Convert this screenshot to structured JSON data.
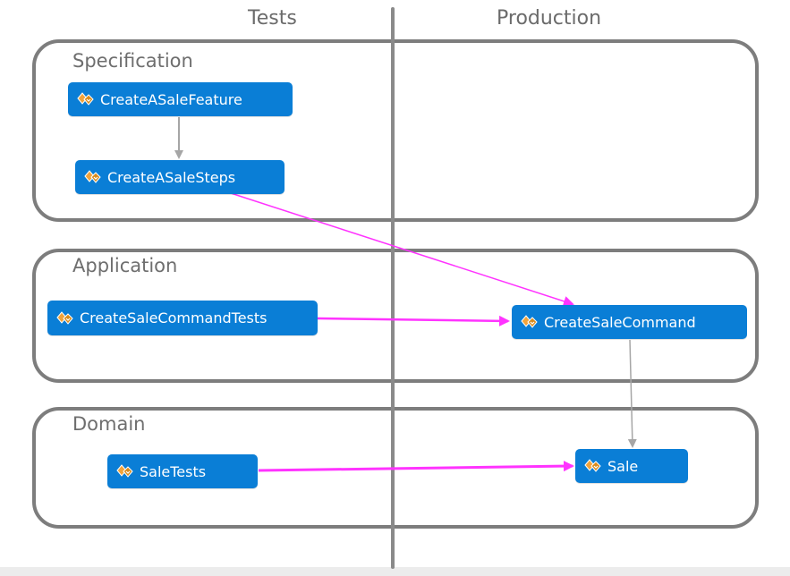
{
  "columns": {
    "left": "Tests",
    "right": "Production"
  },
  "layers": [
    {
      "id": "specification",
      "label": "Specification"
    },
    {
      "id": "application",
      "label": "Application"
    },
    {
      "id": "domain",
      "label": "Domain"
    }
  ],
  "nodes": [
    {
      "id": "create-a-sale-feature",
      "label": "CreateASaleFeature",
      "icon": "component-icon"
    },
    {
      "id": "create-a-sale-steps",
      "label": "CreateASaleSteps",
      "icon": "component-icon"
    },
    {
      "id": "create-sale-command-tests",
      "label": "CreateSaleCommandTests",
      "icon": "component-icon"
    },
    {
      "id": "create-sale-command",
      "label": "CreateSaleCommand",
      "icon": "component-icon"
    },
    {
      "id": "sale-tests",
      "label": "SaleTests",
      "icon": "component-icon"
    },
    {
      "id": "sale",
      "label": "Sale",
      "icon": "component-icon"
    }
  ],
  "edges": [
    {
      "from": "create-a-sale-feature",
      "to": "create-a-sale-steps",
      "kind": "internal"
    },
    {
      "from": "create-a-sale-steps",
      "to": "create-sale-command",
      "kind": "test-to-production"
    },
    {
      "from": "create-sale-command-tests",
      "to": "create-sale-command",
      "kind": "test-to-production"
    },
    {
      "from": "create-sale-command",
      "to": "sale",
      "kind": "internal"
    },
    {
      "from": "sale-tests",
      "to": "sale",
      "kind": "test-to-production"
    }
  ],
  "colors": {
    "node_fill": "#0a7ed6",
    "node_text": "#ffffff",
    "layer_border": "#7d7d7d",
    "divider": "#8a8a8a",
    "internal_arrow": "#a6a6a6",
    "test_to_production_arrow": "#ff33ff",
    "icon_accent": "#d98b1c"
  }
}
